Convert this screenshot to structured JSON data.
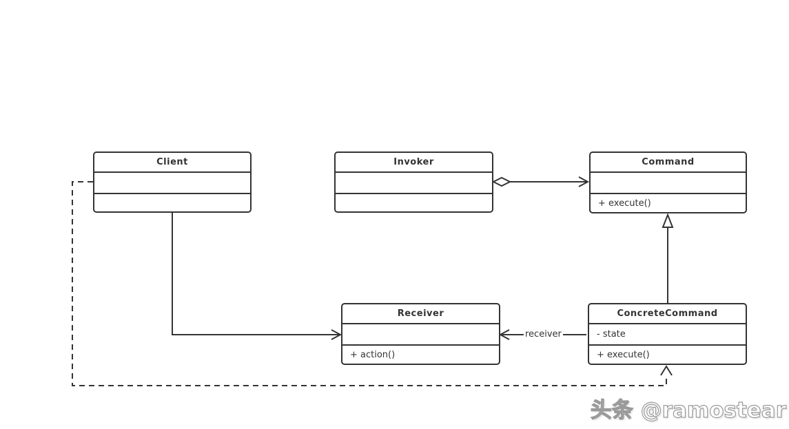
{
  "diagram": {
    "type": "uml-class-diagram",
    "pattern": "Command",
    "colors": {
      "line": "#333333",
      "background": "#ffffff",
      "text": "#333333"
    },
    "classes": [
      {
        "id": "client",
        "name": "Client",
        "attributes": [],
        "methods": []
      },
      {
        "id": "invoker",
        "name": "Invoker",
        "attributes": [],
        "methods": []
      },
      {
        "id": "command",
        "name": "Command",
        "attributes": [],
        "methods": [
          "+ execute()"
        ]
      },
      {
        "id": "receiver",
        "name": "Receiver",
        "attributes": [],
        "methods": [
          "+ action()"
        ]
      },
      {
        "id": "concreteCommand",
        "name": "ConcreteCommand",
        "attributes": [
          "- state"
        ],
        "methods": [
          "+ execute()"
        ]
      }
    ],
    "edges": [
      {
        "from": "Invoker",
        "to": "Command",
        "type": "aggregation",
        "label": ""
      },
      {
        "from": "ConcreteCommand",
        "to": "Command",
        "type": "inheritance",
        "label": ""
      },
      {
        "from": "ConcreteCommand",
        "to": "Receiver",
        "type": "association",
        "label": "receiver"
      },
      {
        "from": "Client",
        "to": "Receiver",
        "type": "association",
        "label": ""
      },
      {
        "from": "Client",
        "to": "ConcreteCommand",
        "type": "dependency-dashed",
        "label": ""
      }
    ]
  },
  "watermark": {
    "text": "头条 @ramostear"
  }
}
